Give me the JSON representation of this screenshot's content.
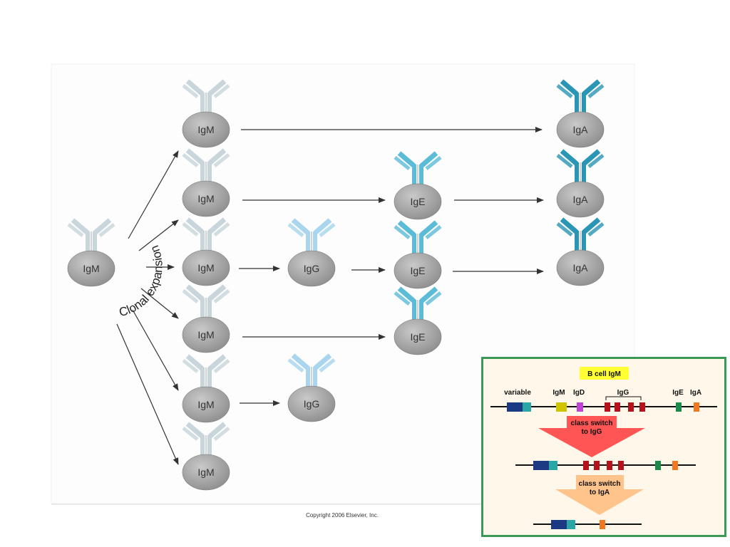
{
  "figure": {
    "clonal_expansion_label": "Clonal expansion",
    "copyright": "Copyright 2006 Elsevier, Inc.",
    "initial_cell": "IgM",
    "rows": [
      {
        "cells": [
          "IgM",
          "IgA"
        ]
      },
      {
        "cells": [
          "IgM",
          "IgE",
          "IgA"
        ]
      },
      {
        "cells": [
          "IgM",
          "IgG",
          "IgE",
          "IgA"
        ]
      },
      {
        "cells": [
          "IgM",
          "IgE"
        ]
      },
      {
        "cells": [
          "IgM",
          "IgG"
        ]
      },
      {
        "cells": [
          "IgM"
        ]
      }
    ]
  },
  "inset": {
    "title": "B cell IgM",
    "gene_labels": {
      "variable": "variable",
      "igm": "IgM",
      "igd": "IgD",
      "igg": "IgG",
      "ige": "IgE",
      "iga": "IgA"
    },
    "switch_to_igg": [
      "class switch",
      "to IgG"
    ],
    "switch_to_iga": [
      "class switch",
      "to IgA"
    ]
  },
  "colors": {
    "cell_fill": "#a7a7a7",
    "igm_antibody": "#c8d6dc",
    "igg_antibody": "#a9d6ee",
    "ige_antibody": "#5cbcd8",
    "iga_antibody": "#2b95b5",
    "inset_border": "#3a9a55",
    "inset_background": "#fff8ea",
    "title_highlight": "#ffff33",
    "red_arrow": "#ff5555",
    "orange_arrow": "#ffc48c"
  }
}
